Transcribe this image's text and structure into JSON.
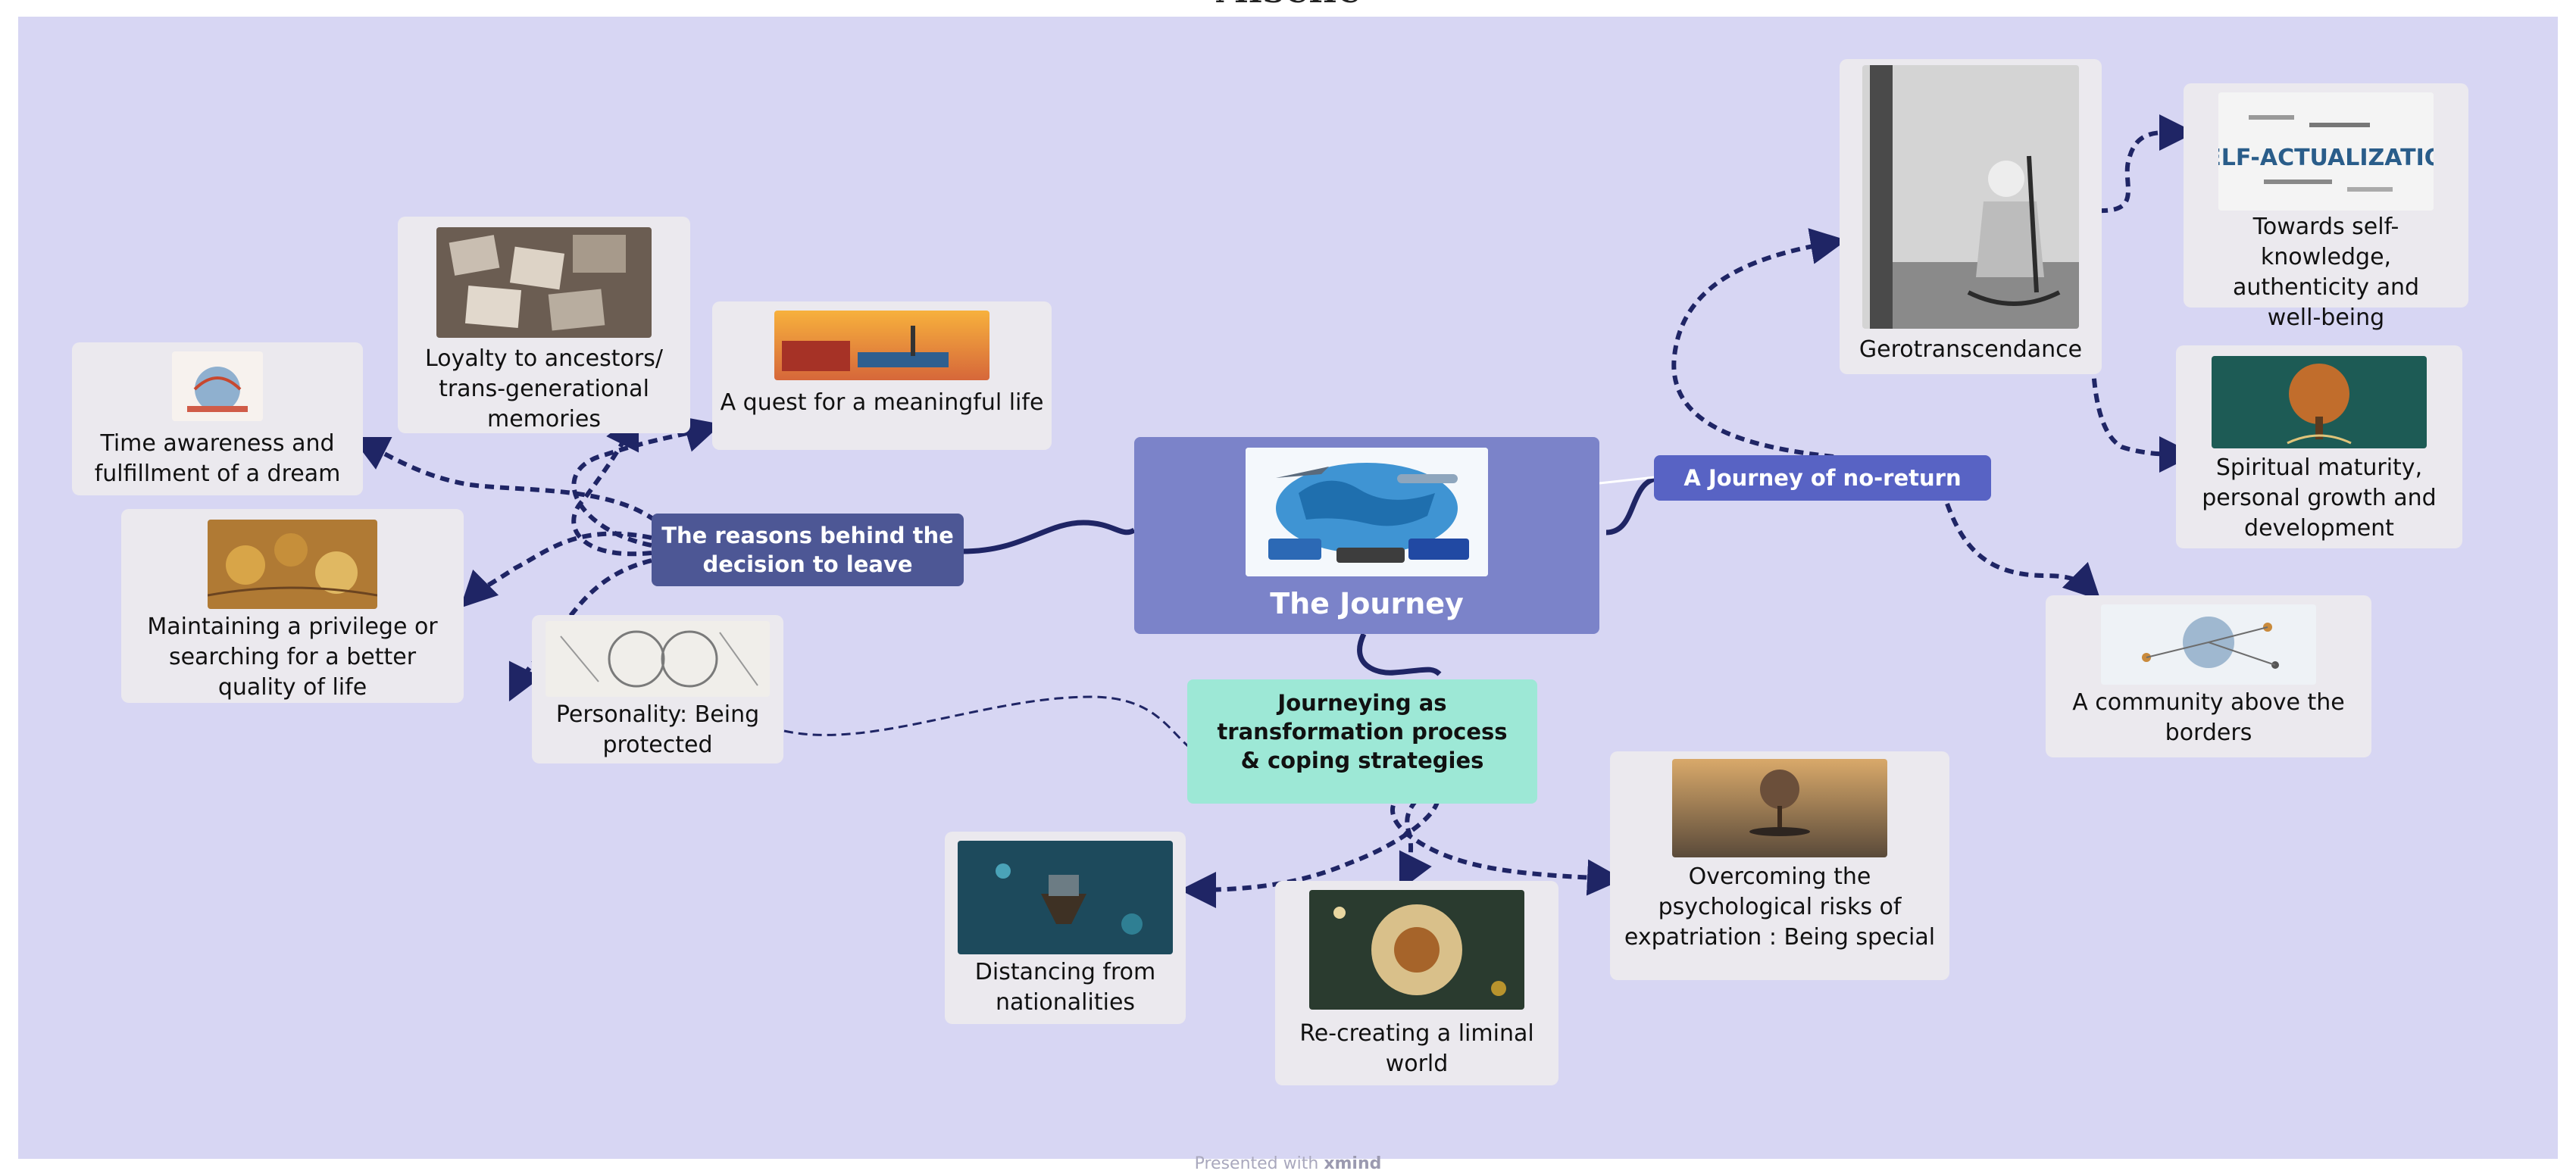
{
  "title_fragment": "MISCIIC",
  "center": {
    "label": "The Journey",
    "icon": "world-map-transport-image"
  },
  "branches": {
    "reasons": "The reasons behind the decision to leave",
    "no_return": "A Journey of no-return",
    "transformation": "Journeying as transformation process &  coping strategies"
  },
  "nodes": {
    "time": "Time awareness and fulfillment of a dream",
    "loyalty": "Loyalty to ancestors/ trans-generational memories",
    "quest": "A quest for a meaningful life",
    "privilege": "Maintaining a privilege or searching for a better quality of life",
    "personality": "Personality: Being protected",
    "gero": "Gerotranscendance",
    "self": "Towards self-knowledge, authenticity and well-being",
    "self_image_text": "SELF-ACTUALIZATION",
    "spiritual": "Spiritual maturity, personal growth and development",
    "community": "A community above the borders",
    "distancing": "Distancing from nationalities",
    "recreating": "Re-creating a liminal world",
    "overcoming": "Overcoming the psychological risks of expatriation : Being special"
  },
  "footer": {
    "prefix": "Presented with",
    "brand": "xmind"
  },
  "colors": {
    "canvas": "#d7d6f3",
    "center": "#7b83c9",
    "reasons_tag": "#4d5795",
    "no_return_tag": "#5863c4",
    "transformation_tag": "#9de8d6",
    "connector": "#1f2565"
  }
}
